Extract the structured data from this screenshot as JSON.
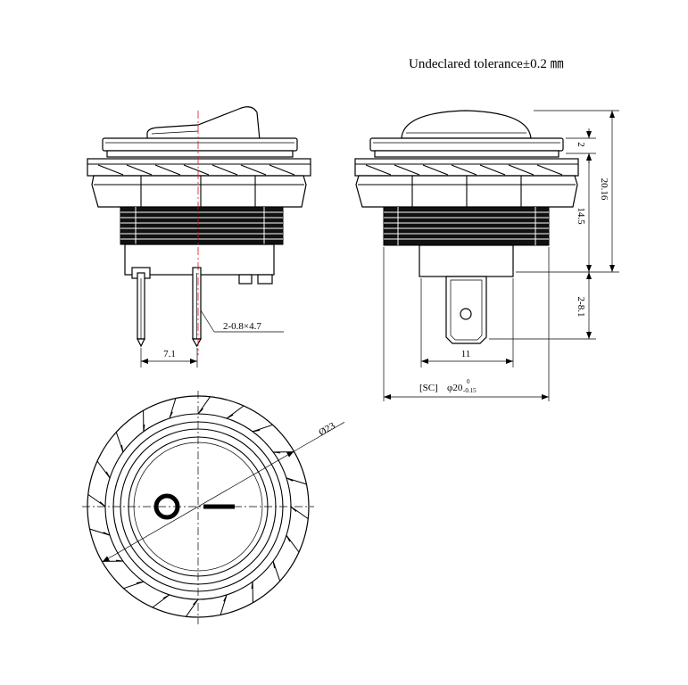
{
  "note": "Undeclared tolerance±0.2 ㎜",
  "dims": {
    "cap_height": "2",
    "total_height": "20.16",
    "body_height": "14.5",
    "terminal_length": "2-8.1",
    "terminal_width": "11",
    "panel_cut_prefix": "[SC]",
    "panel_cut_dia": "φ20",
    "panel_cut_upper_tol": "0",
    "panel_cut_lower_tol": "-0.15",
    "terminal_size": "2-0.8×4.7",
    "terminal_pitch": "7.1",
    "outer_diameter": "Ø23"
  }
}
